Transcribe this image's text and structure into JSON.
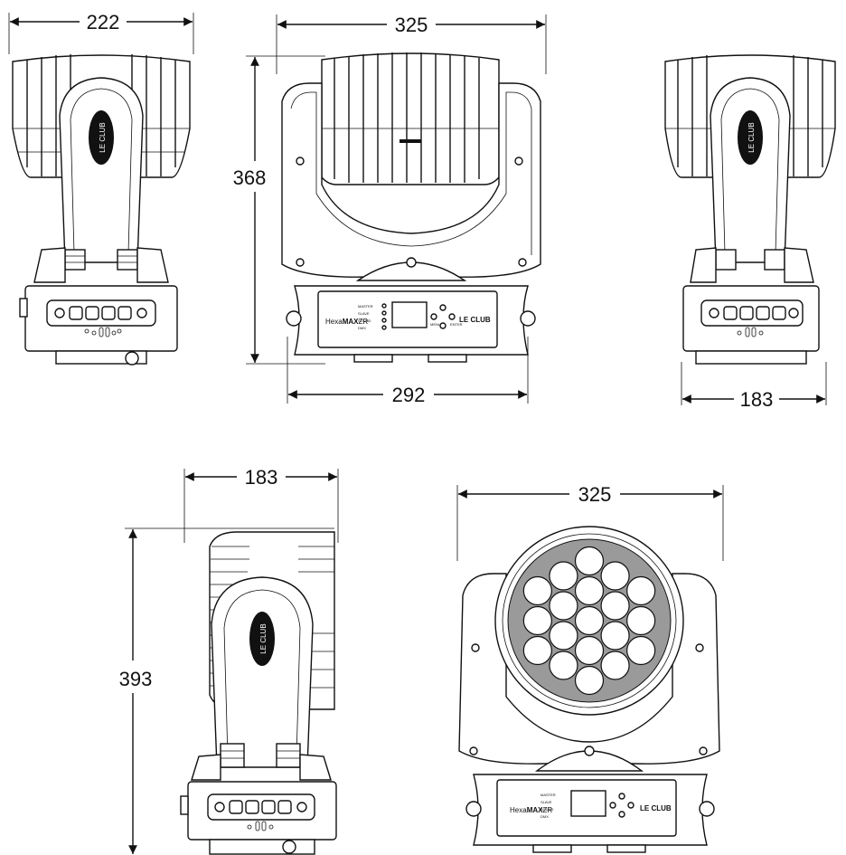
{
  "dimensions": {
    "side_top_width": "222",
    "front_top_width": "325",
    "front_height": "368",
    "front_base_width": "292",
    "back_base_width": "183",
    "profile_width": "183",
    "profile_height": "393",
    "lens_view_width": "325"
  },
  "panel": {
    "model_label": "Hexa",
    "model_label_bold": "MAX",
    "model_suffix": "ZR",
    "indicators": [
      "MASTER",
      "SLAVE",
      "SOUND",
      "DMX"
    ],
    "menu_label": "MENU",
    "enter_label": "ENTER",
    "brand_label": "LE CLUB"
  }
}
